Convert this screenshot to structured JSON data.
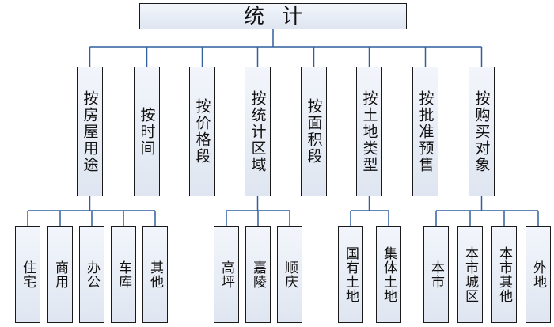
{
  "diagram": {
    "line_color": "#2f5f9e",
    "root": {
      "label": "统计"
    },
    "categories": [
      {
        "label": "按房屋用途",
        "children": [
          "住宅",
          "商用",
          "办公",
          "车库",
          "其他"
        ]
      },
      {
        "label": "按时间",
        "children": []
      },
      {
        "label": "按价格段",
        "children": []
      },
      {
        "label": "按统计区域",
        "children": [
          "高坪",
          "嘉陵",
          "顺庆"
        ]
      },
      {
        "label": "按面积段",
        "children": []
      },
      {
        "label": "按土地类型",
        "children": [
          "国有土地",
          "集体土地"
        ]
      },
      {
        "label": "按批准预售",
        "children": []
      },
      {
        "label": "按购买对象",
        "children": [
          "本市",
          "本市城区",
          "本市其他",
          "外地"
        ]
      }
    ]
  }
}
